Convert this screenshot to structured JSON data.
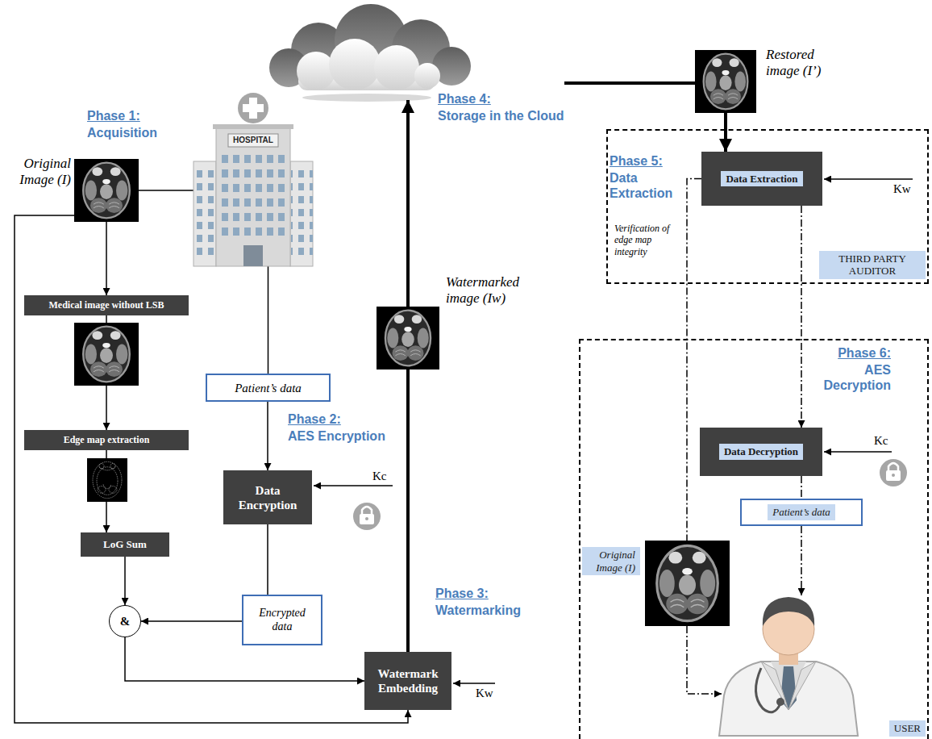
{
  "diagram": {
    "nodes": [
      {
        "text": [
          "Original Image (I)"
        ]
      },
      {
        "text": [
          "HOSPITAL"
        ]
      },
      {
        "text": [
          "Medical image without LSB"
        ]
      },
      {
        "text": [
          "Edge map extraction"
        ]
      },
      {
        "text": [
          "LoG Sum"
        ]
      },
      {
        "text": [
          "Patient’s data"
        ]
      },
      {
        "text": [
          "Data Encryption"
        ]
      },
      {
        "text": [
          "Encrypted data"
        ]
      },
      {
        "text": [
          "&"
        ]
      },
      {
        "text": [
          "Watermark Embedding"
        ]
      },
      {
        "text": [
          "Watermarked image (Iw)"
        ]
      },
      {
        "text": [
          "Restored image (I’)"
        ]
      },
      {
        "text": [
          "THIRD PARTY AUDITOR"
        ]
      },
      {
        "text": [
          "Data Extraction"
        ],
        "in": 12
      },
      {
        "text": [
          "USER"
        ]
      },
      {
        "text": [
          "Data Decryption"
        ],
        "in": 14
      },
      {
        "text": [
          "Patient’s data"
        ],
        "in": 14
      },
      {
        "text": [
          "Original Image (I)"
        ],
        "in": 14
      }
    ],
    "edges": [
      {
        "from": 0,
        "to": 1,
        "arrow": "none"
      },
      {
        "from": 0,
        "to": 2,
        "arrow": "to"
      },
      {
        "from": 2,
        "to": 3,
        "arrow": "to"
      },
      {
        "from": 3,
        "to": 4,
        "arrow": "to"
      },
      {
        "from": 4,
        "to": 8,
        "arrow": "to"
      },
      {
        "from": 1,
        "to": 5,
        "arrow": "none"
      },
      {
        "from": 5,
        "to": 6,
        "arrow": "to"
      },
      {
        "from": 6,
        "to": 7,
        "arrow": "none"
      },
      {
        "from": 7,
        "to": 8,
        "arrow": "to"
      },
      {
        "from": 8,
        "to": 9,
        "arrow": "to"
      },
      {
        "from": 0,
        "to": 9,
        "arrow": "to"
      },
      {
        "from": 9,
        "to": 10,
        "arrow": "none"
      },
      {
        "from": 11,
        "to": 13,
        "arrow": "to"
      },
      {
        "from": 13,
        "to": 15,
        "arrow": "to"
      },
      {
        "from": 13,
        "to": 17,
        "arrow": "none"
      },
      {
        "from": 15,
        "to": 16,
        "arrow": "none"
      }
    ],
    "labels": [
      "Phase 1:",
      "Acquisition",
      "Phase 2:",
      "AES Encryption",
      "Kc",
      "Phase 3:",
      "Watermarking",
      "Kw",
      "Phase 4:",
      "Storage in the Cloud",
      "Phase 5:",
      "Data Extraction",
      "Verification of edge map integrity",
      "Kw",
      "Phase 6:",
      "AES Decryption",
      "Kc"
    ]
  }
}
